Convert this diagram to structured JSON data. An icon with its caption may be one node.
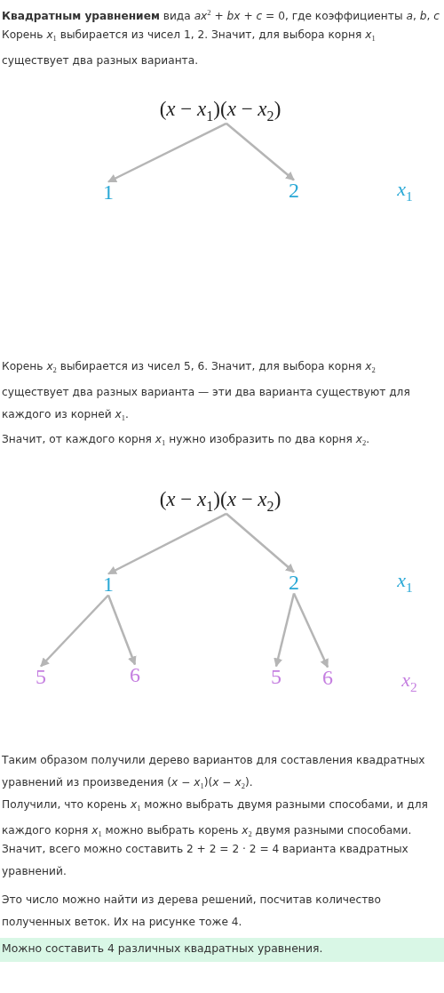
{
  "diagram": {
    "nodes": [
      {
        "text": [
          "(*x* − *x*$_{1}$)(*x* − *x*$_{2}$)"
        ]
      },
      {
        "text": [
          "1"
        ]
      },
      {
        "text": [
          "2"
        ]
      },
      {
        "text": [
          "(*x* − *x*$_{1}$)(*x* − *x*$_{2}$)"
        ]
      },
      {
        "text": [
          "1"
        ]
      },
      {
        "text": [
          "2"
        ]
      },
      {
        "text": [
          "5"
        ]
      },
      {
        "text": [
          "6"
        ]
      },
      {
        "text": [
          "5"
        ]
      },
      {
        "text": [
          "6"
        ]
      },
      {
        "text": [
          "Можно составить 4 различных квадратных уравнения."
        ]
      }
    ],
    "edges": [
      {
        "from": 0,
        "to": 1,
        "arrow": "to"
      },
      {
        "from": 0,
        "to": 2,
        "arrow": "to"
      },
      {
        "from": 3,
        "to": 4,
        "arrow": "to"
      },
      {
        "from": 3,
        "to": 5,
        "arrow": "to"
      },
      {
        "from": 4,
        "to": 6,
        "arrow": "to"
      },
      {
        "from": 4,
        "to": 7,
        "arrow": "to"
      },
      {
        "from": 5,
        "to": 8,
        "arrow": "to"
      },
      {
        "from": 5,
        "to": 9,
        "arrow": "to"
      }
    ],
    "labels": [
      "**Квадратным уравнением** вида *ax*$^{2}$ + *bx* + *c* = 0, где коэффициенты *a*, *b*, *c*",
      "Корень *x*$_{1}$ выбирается из чисел 1, 2. Значит, для выбора корня *x*$_{1}$ существует два разных варианта.",
      "*x*$_{1}$",
      "Корень *x*$_{2}$ выбирается из чисел 5, 6. Значит, для выбора корня *x*$_{2}$ существует два разных варианта — эти два варианта существуют для каждого из корней *x*$_{1}$.",
      "Значит, от каждого корня *x*$_{1}$ нужно изобразить по два корня *x*$_{2}$.",
      "*x*$_{1}$",
      "*x*$_{2}$",
      "Таким образом получили дерево вариантов для составления квадратных уравнений из произведения (*x* − *x*$_{1}$)(*x* − *x*$_{2}$).",
      "Получили, что корень *x*$_{1}$ можно выбрать двумя разными способами, и для каждого корня *x*$_{1}$ можно выбрать корень *x*$_{2}$ двумя разными способами.",
      "Значит, всего можно составить 2 + 2 = 2 · 2 = 4 варианта квадратных уравнений.",
      "Это число можно найти из дерева решений, посчитав количество полученных веток. Их на рисунке тоже 4."
    ]
  }
}
